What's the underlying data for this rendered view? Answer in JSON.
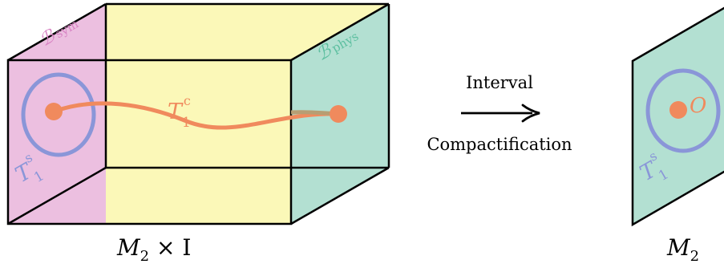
{
  "left_figure": {
    "sym_boundary_label": "ℬ",
    "sym_boundary_sub": "sym",
    "phys_boundary_label": "ℬ",
    "phys_boundary_sub": "phys",
    "line_label_main": "T",
    "line_label_sub": "1",
    "line_label_sup": "c",
    "loop_label_main": "T",
    "loop_label_sub": "1",
    "loop_label_sup": "s",
    "caption_main": "M",
    "caption_sub": "2",
    "caption_rest": " × I"
  },
  "arrow": {
    "top_label": "Interval",
    "bottom_label": "Compactification"
  },
  "right_figure": {
    "point_label": "O",
    "loop_label_main": "T",
    "loop_label_sub": "1",
    "loop_label_sup": "s",
    "caption_main": "M",
    "caption_sub": "2"
  },
  "colors": {
    "sym_face": "#ecbfe0",
    "phys_face": "#b3e0d2",
    "bulk": "#fbf8b8",
    "loop": "#8a96d8",
    "line": "#f08a5d",
    "sym_text": "#d884c4",
    "phys_text": "#5dbfa0",
    "edge": "#000000"
  }
}
